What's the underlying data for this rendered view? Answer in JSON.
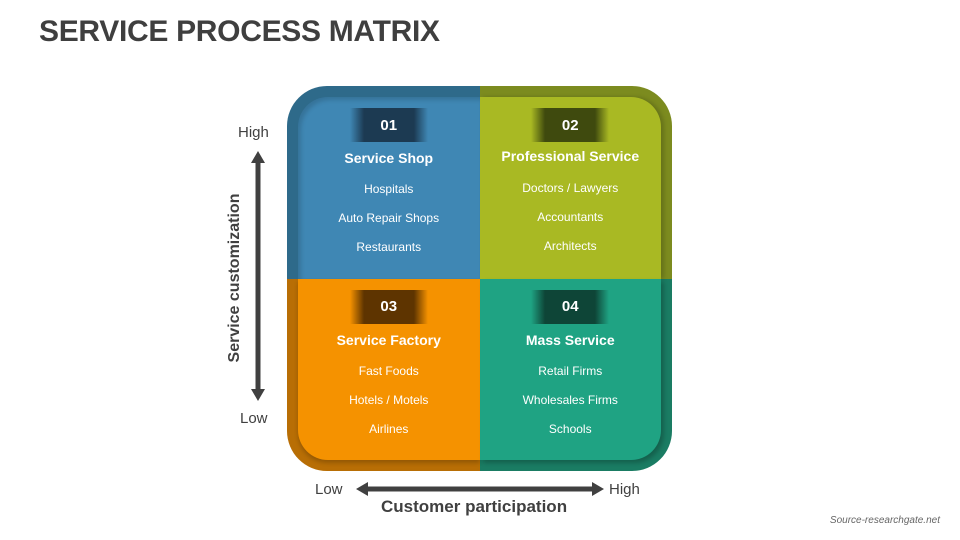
{
  "title": "SERVICE PROCESS MATRIX",
  "colors": {
    "q1": "#3f87b4",
    "q2": "#a9b923",
    "q3": "#f59200",
    "q4": "#1fa383",
    "text_dark": "#404040"
  },
  "quadrants": [
    {
      "number": "01",
      "title": "Service Shop",
      "items": [
        "Hospitals",
        "Auto Repair Shops",
        "Restaurants"
      ]
    },
    {
      "number": "02",
      "title": "Professional Service",
      "items": [
        "Doctors / Lawyers",
        "Accountants",
        "Architects"
      ]
    },
    {
      "number": "03",
      "title": "Service Factory",
      "items": [
        "Fast Foods",
        "Hotels / Motels",
        "Airlines"
      ]
    },
    {
      "number": "04",
      "title": "Mass Service",
      "items": [
        "Retail Firms",
        "Wholesales Firms",
        "Schools"
      ]
    }
  ],
  "y_axis": {
    "label": "Service customization",
    "high": "High",
    "low": "Low"
  },
  "x_axis": {
    "label": "Customer participation",
    "low": "Low",
    "high": "High"
  },
  "source": "Source-researchgate.net"
}
